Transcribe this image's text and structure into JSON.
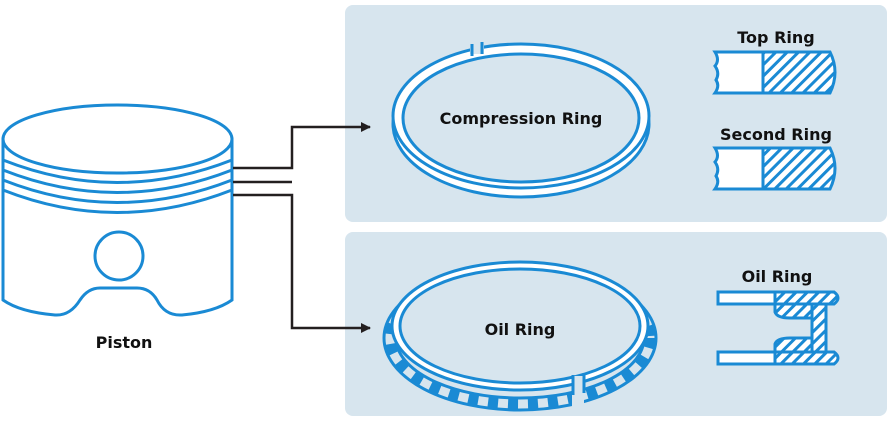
{
  "labels": {
    "piston": "Piston",
    "compression_ring": "Compression Ring",
    "top_ring": "Top Ring",
    "second_ring": "Second Ring",
    "oil_ring_center": "Oil Ring",
    "oil_ring_section": "Oil Ring"
  },
  "colors": {
    "line_blue": "#1a8ad4",
    "panel_bg": "#d7e5ee",
    "connector": "#231f20"
  }
}
